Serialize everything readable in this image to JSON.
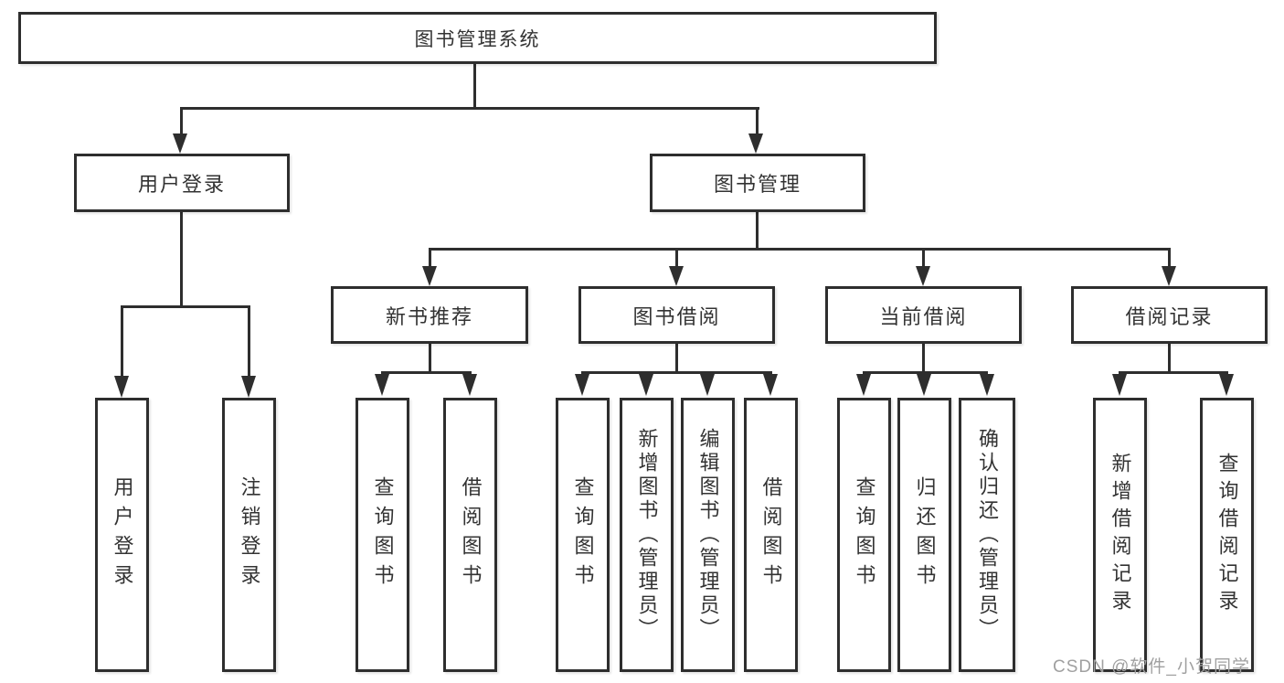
{
  "tree": {
    "root": "图书管理系统",
    "user": {
      "label": "用户登录",
      "children": [
        "用户登录",
        "注销登录"
      ]
    },
    "book": {
      "label": "图书管理",
      "sections": [
        {
          "label": "新书推荐",
          "children": [
            "查询图书",
            "借阅图书"
          ]
        },
        {
          "label": "图书借阅",
          "children": [
            "查询图书",
            "新增图书（管理员）",
            "编辑图书（管理员）",
            "借阅图书"
          ]
        },
        {
          "label": "当前借阅",
          "children": [
            "查询图书",
            "归还图书",
            "确认归还（管理员）"
          ]
        },
        {
          "label": "借阅记录",
          "children": [
            "新增借阅记录",
            "查询借阅记录"
          ]
        }
      ]
    }
  },
  "colors": {
    "line": "#2e2e2e",
    "text": "#333333",
    "background": "#ffffff",
    "watermark_gray": "#a0a0a0"
  },
  "watermark": "CSDN @软件_小贺同学"
}
